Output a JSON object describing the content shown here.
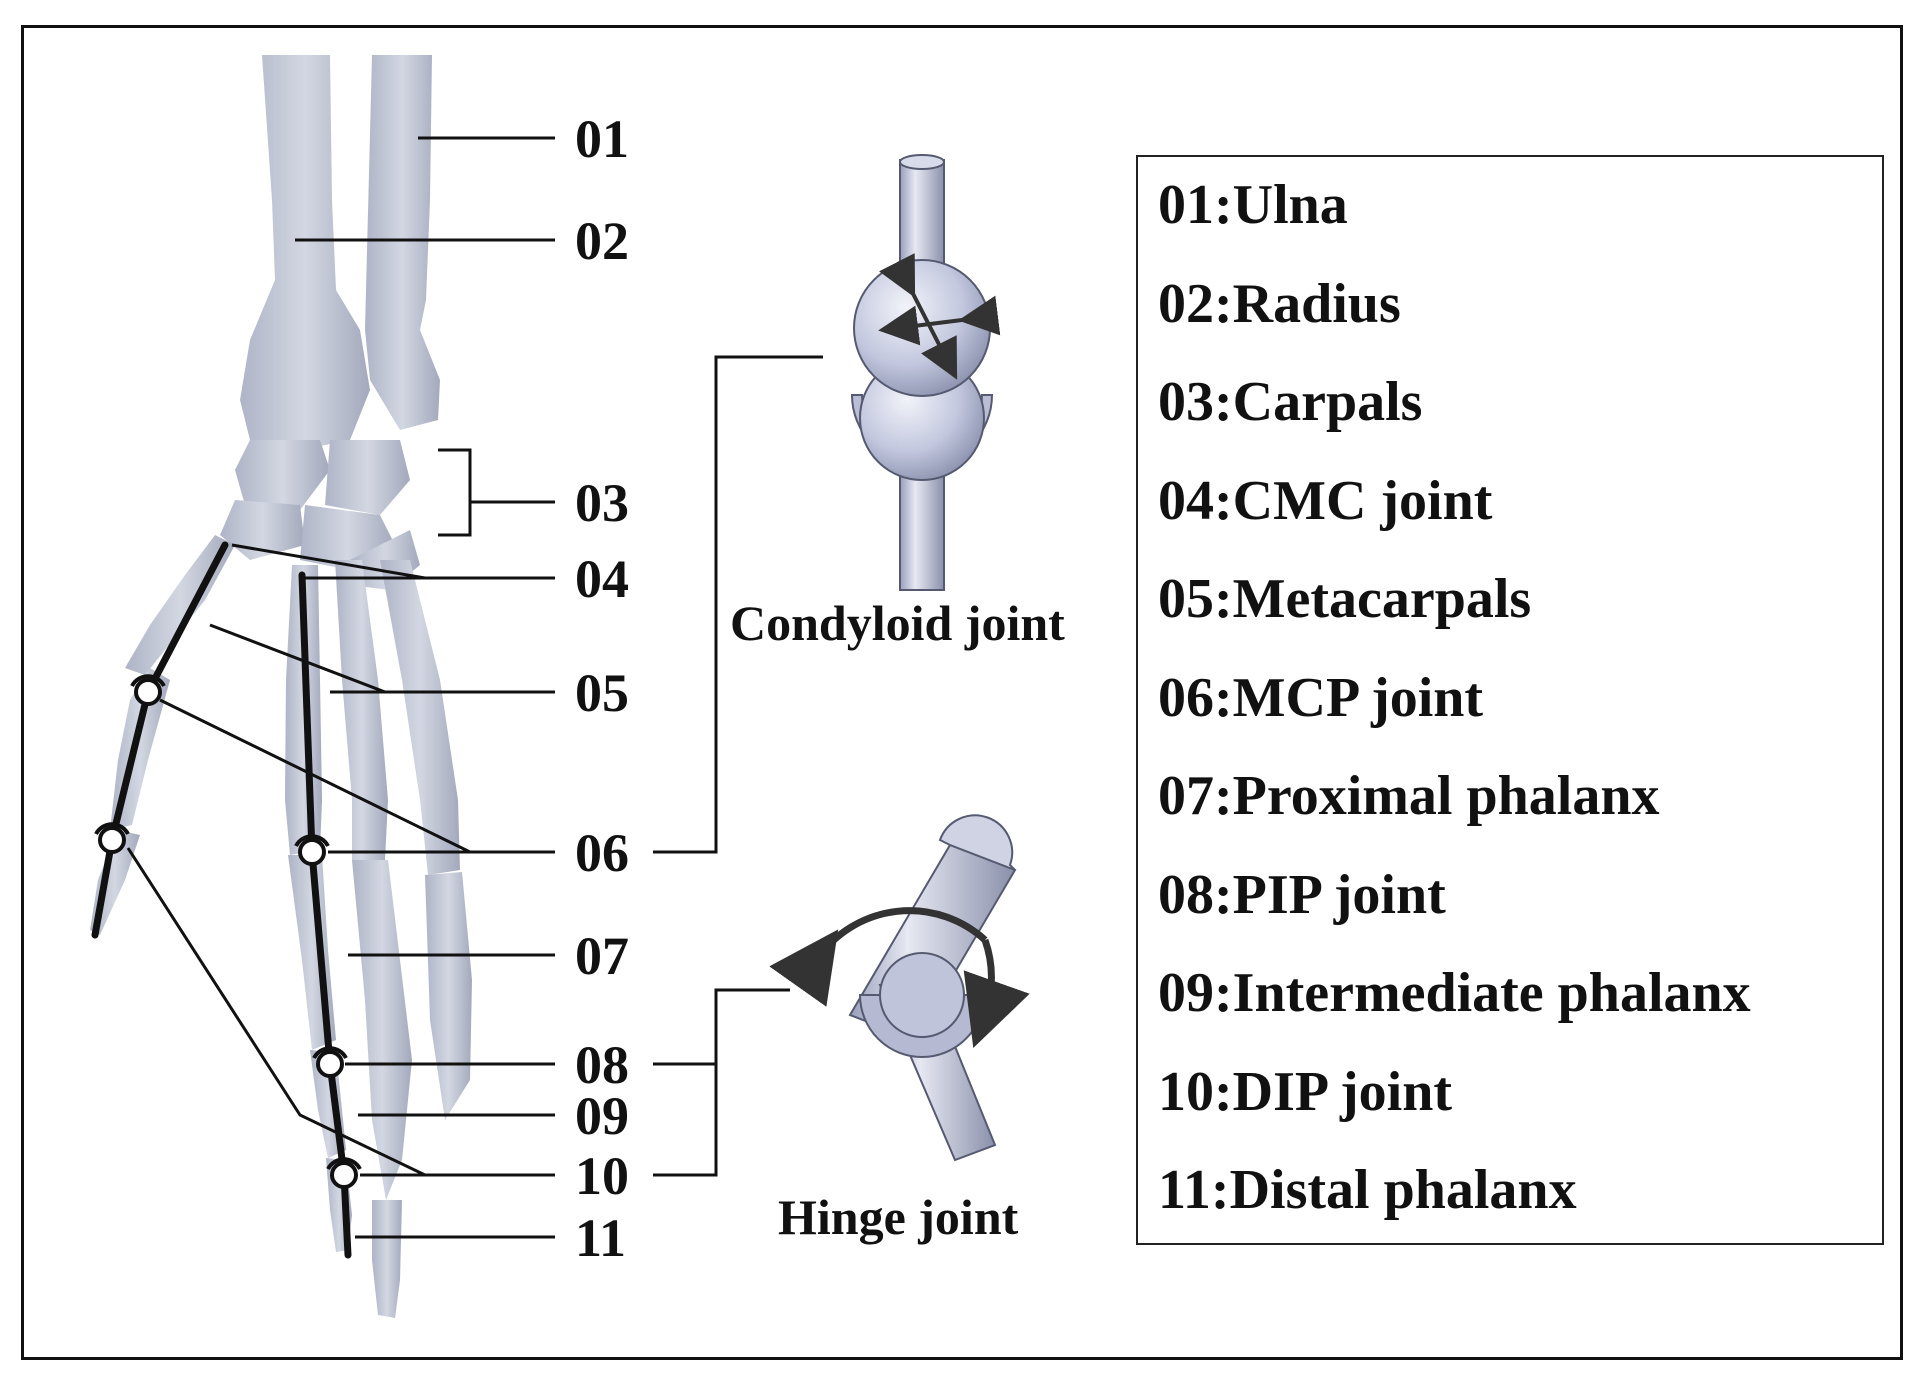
{
  "colors": {
    "bone": "#c9cedb",
    "bone_shadow": "#9aa1b4",
    "line": "#111111",
    "joint_fill": "#c0c5dd",
    "joint_shadow": "#8d93ad"
  },
  "callouts": [
    {
      "id": "01",
      "label": "01"
    },
    {
      "id": "02",
      "label": "02"
    },
    {
      "id": "03",
      "label": "03"
    },
    {
      "id": "04",
      "label": "04"
    },
    {
      "id": "05",
      "label": "05"
    },
    {
      "id": "06",
      "label": "06"
    },
    {
      "id": "07",
      "label": "07"
    },
    {
      "id": "08",
      "label": "08"
    },
    {
      "id": "09",
      "label": "09"
    },
    {
      "id": "10",
      "label": "10"
    },
    {
      "id": "11",
      "label": "11"
    }
  ],
  "joint_types": {
    "condyloid": "Condyloid joint",
    "hinge": "Hinge joint"
  },
  "legend": {
    "separator": ":",
    "items": [
      {
        "code": "01",
        "name": "Ulna"
      },
      {
        "code": "02",
        "name": "Radius"
      },
      {
        "code": "03",
        "name": "Carpals"
      },
      {
        "code": "04",
        "name": "CMC joint"
      },
      {
        "code": "05",
        "name": "Metacarpals"
      },
      {
        "code": "06",
        "name": "MCP joint"
      },
      {
        "code": "07",
        "name": "Proximal phalanx"
      },
      {
        "code": "08",
        "name": "PIP joint"
      },
      {
        "code": "09",
        "name": "Intermediate phalanx"
      },
      {
        "code": "10",
        "name": "DIP joint"
      },
      {
        "code": "11",
        "name": "Distal phalanx"
      }
    ]
  }
}
